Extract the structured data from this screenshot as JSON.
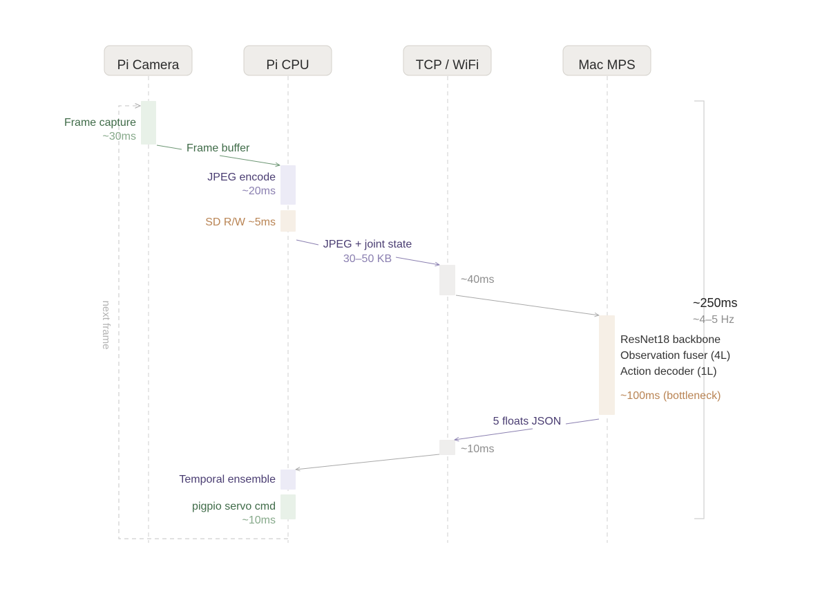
{
  "lanes": {
    "camera": "Pi Camera",
    "cpu": "Pi CPU",
    "tcp": "TCP / WiFi",
    "mac": "Mac MPS"
  },
  "steps": {
    "frame_capture": {
      "label": "Frame capture",
      "time": "~30ms"
    },
    "frame_buffer": {
      "label": "Frame buffer"
    },
    "jpeg_encode": {
      "label": "JPEG encode",
      "time": "~20ms"
    },
    "sd_rw": {
      "label": "SD R/W ~5ms"
    },
    "jpeg_joint": {
      "label": "JPEG + joint state",
      "size": "30–50 KB"
    },
    "tcp_send": {
      "time": "~40ms"
    },
    "model": {
      "line1": "ResNet18 backbone",
      "line2": "Observation fuser (4L)",
      "line3": "Action decoder (1L)",
      "time": "~100ms (bottleneck)"
    },
    "floats_json": {
      "label": "5 floats JSON"
    },
    "tcp_return": {
      "time": "~10ms"
    },
    "temporal": {
      "label": "Temporal ensemble"
    },
    "servo": {
      "label": "pigpio servo cmd",
      "time": "~10ms"
    }
  },
  "total": {
    "time": "~250ms",
    "rate": "~4–5 Hz"
  },
  "loop": {
    "label": "next frame"
  },
  "colors": {
    "green": "#3f6b48",
    "green_fill": "#e8f1e8",
    "purple": "#4a3d72",
    "purple_fill": "#ecebf6",
    "orange": "#b98454",
    "orange_fill": "#f6efe6",
    "gray_fill": "#efeeed"
  }
}
